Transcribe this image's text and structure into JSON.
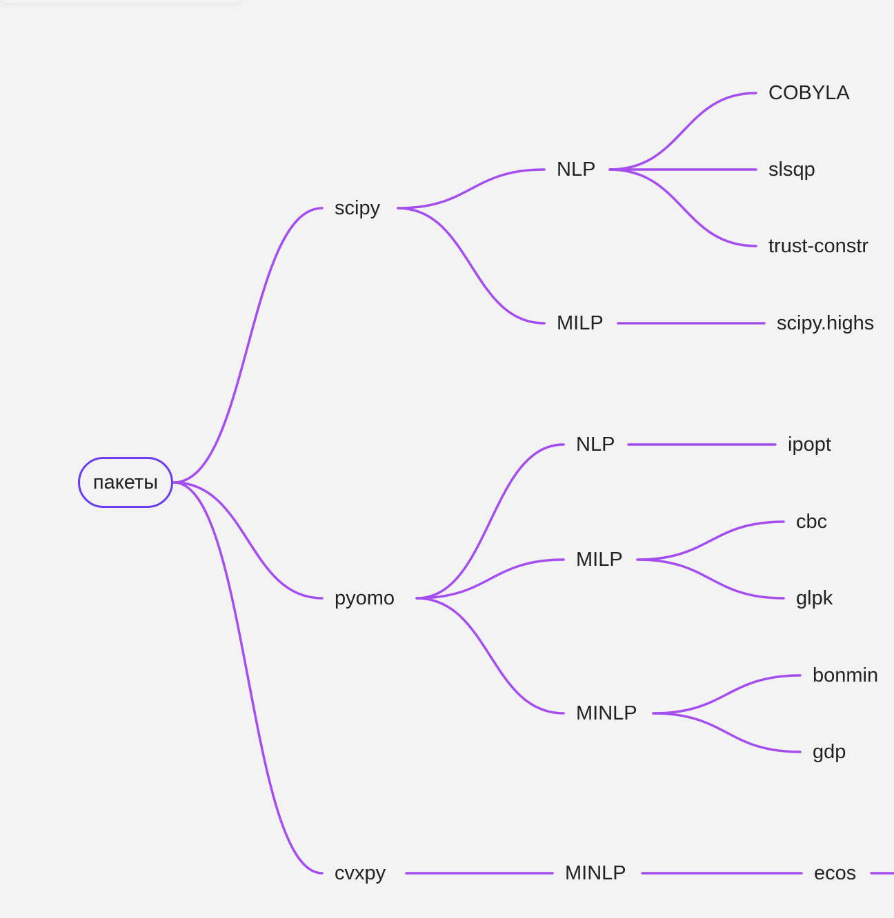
{
  "style": {
    "edge_color": "#a64df0",
    "root_border_color": "#6a3df0",
    "background": "#f3f3f3",
    "text_color": "#222222"
  },
  "root": {
    "label": "пакеты"
  },
  "nodes": {
    "scipy": "scipy",
    "scipy_nlp": "NLP",
    "cobyla": "COBYLA",
    "slsqp": "slsqp",
    "trust_constr": "trust-constr",
    "scipy_milp": "MILP",
    "scipy_highs": "scipy.highs",
    "pyomo": "pyomo",
    "pyomo_nlp": "NLP",
    "ipopt": "ipopt",
    "pyomo_milp": "MILP",
    "cbc": "cbc",
    "glpk": "glpk",
    "pyomo_minlp": "MINLP",
    "bonmin": "bonmin",
    "gdp": "gdp",
    "cvxpy": "cvxpy",
    "cvxpy_minlp": "MINLP",
    "ecos": "ecos"
  },
  "edges": [
    [
      "root",
      "scipy"
    ],
    [
      "root",
      "pyomo"
    ],
    [
      "root",
      "cvxpy"
    ],
    [
      "scipy",
      "scipy_nlp"
    ],
    [
      "scipy",
      "scipy_milp"
    ],
    [
      "scipy_nlp",
      "cobyla"
    ],
    [
      "scipy_nlp",
      "slsqp"
    ],
    [
      "scipy_nlp",
      "trust_constr"
    ],
    [
      "scipy_milp",
      "scipy_highs"
    ],
    [
      "pyomo",
      "pyomo_nlp"
    ],
    [
      "pyomo",
      "pyomo_milp"
    ],
    [
      "pyomo",
      "pyomo_minlp"
    ],
    [
      "pyomo_nlp",
      "ipopt"
    ],
    [
      "pyomo_milp",
      "cbc"
    ],
    [
      "pyomo_milp",
      "glpk"
    ],
    [
      "pyomo_minlp",
      "bonmin"
    ],
    [
      "pyomo_minlp",
      "gdp"
    ],
    [
      "cvxpy",
      "cvxpy_minlp"
    ],
    [
      "cvxpy_minlp",
      "ecos"
    ]
  ]
}
